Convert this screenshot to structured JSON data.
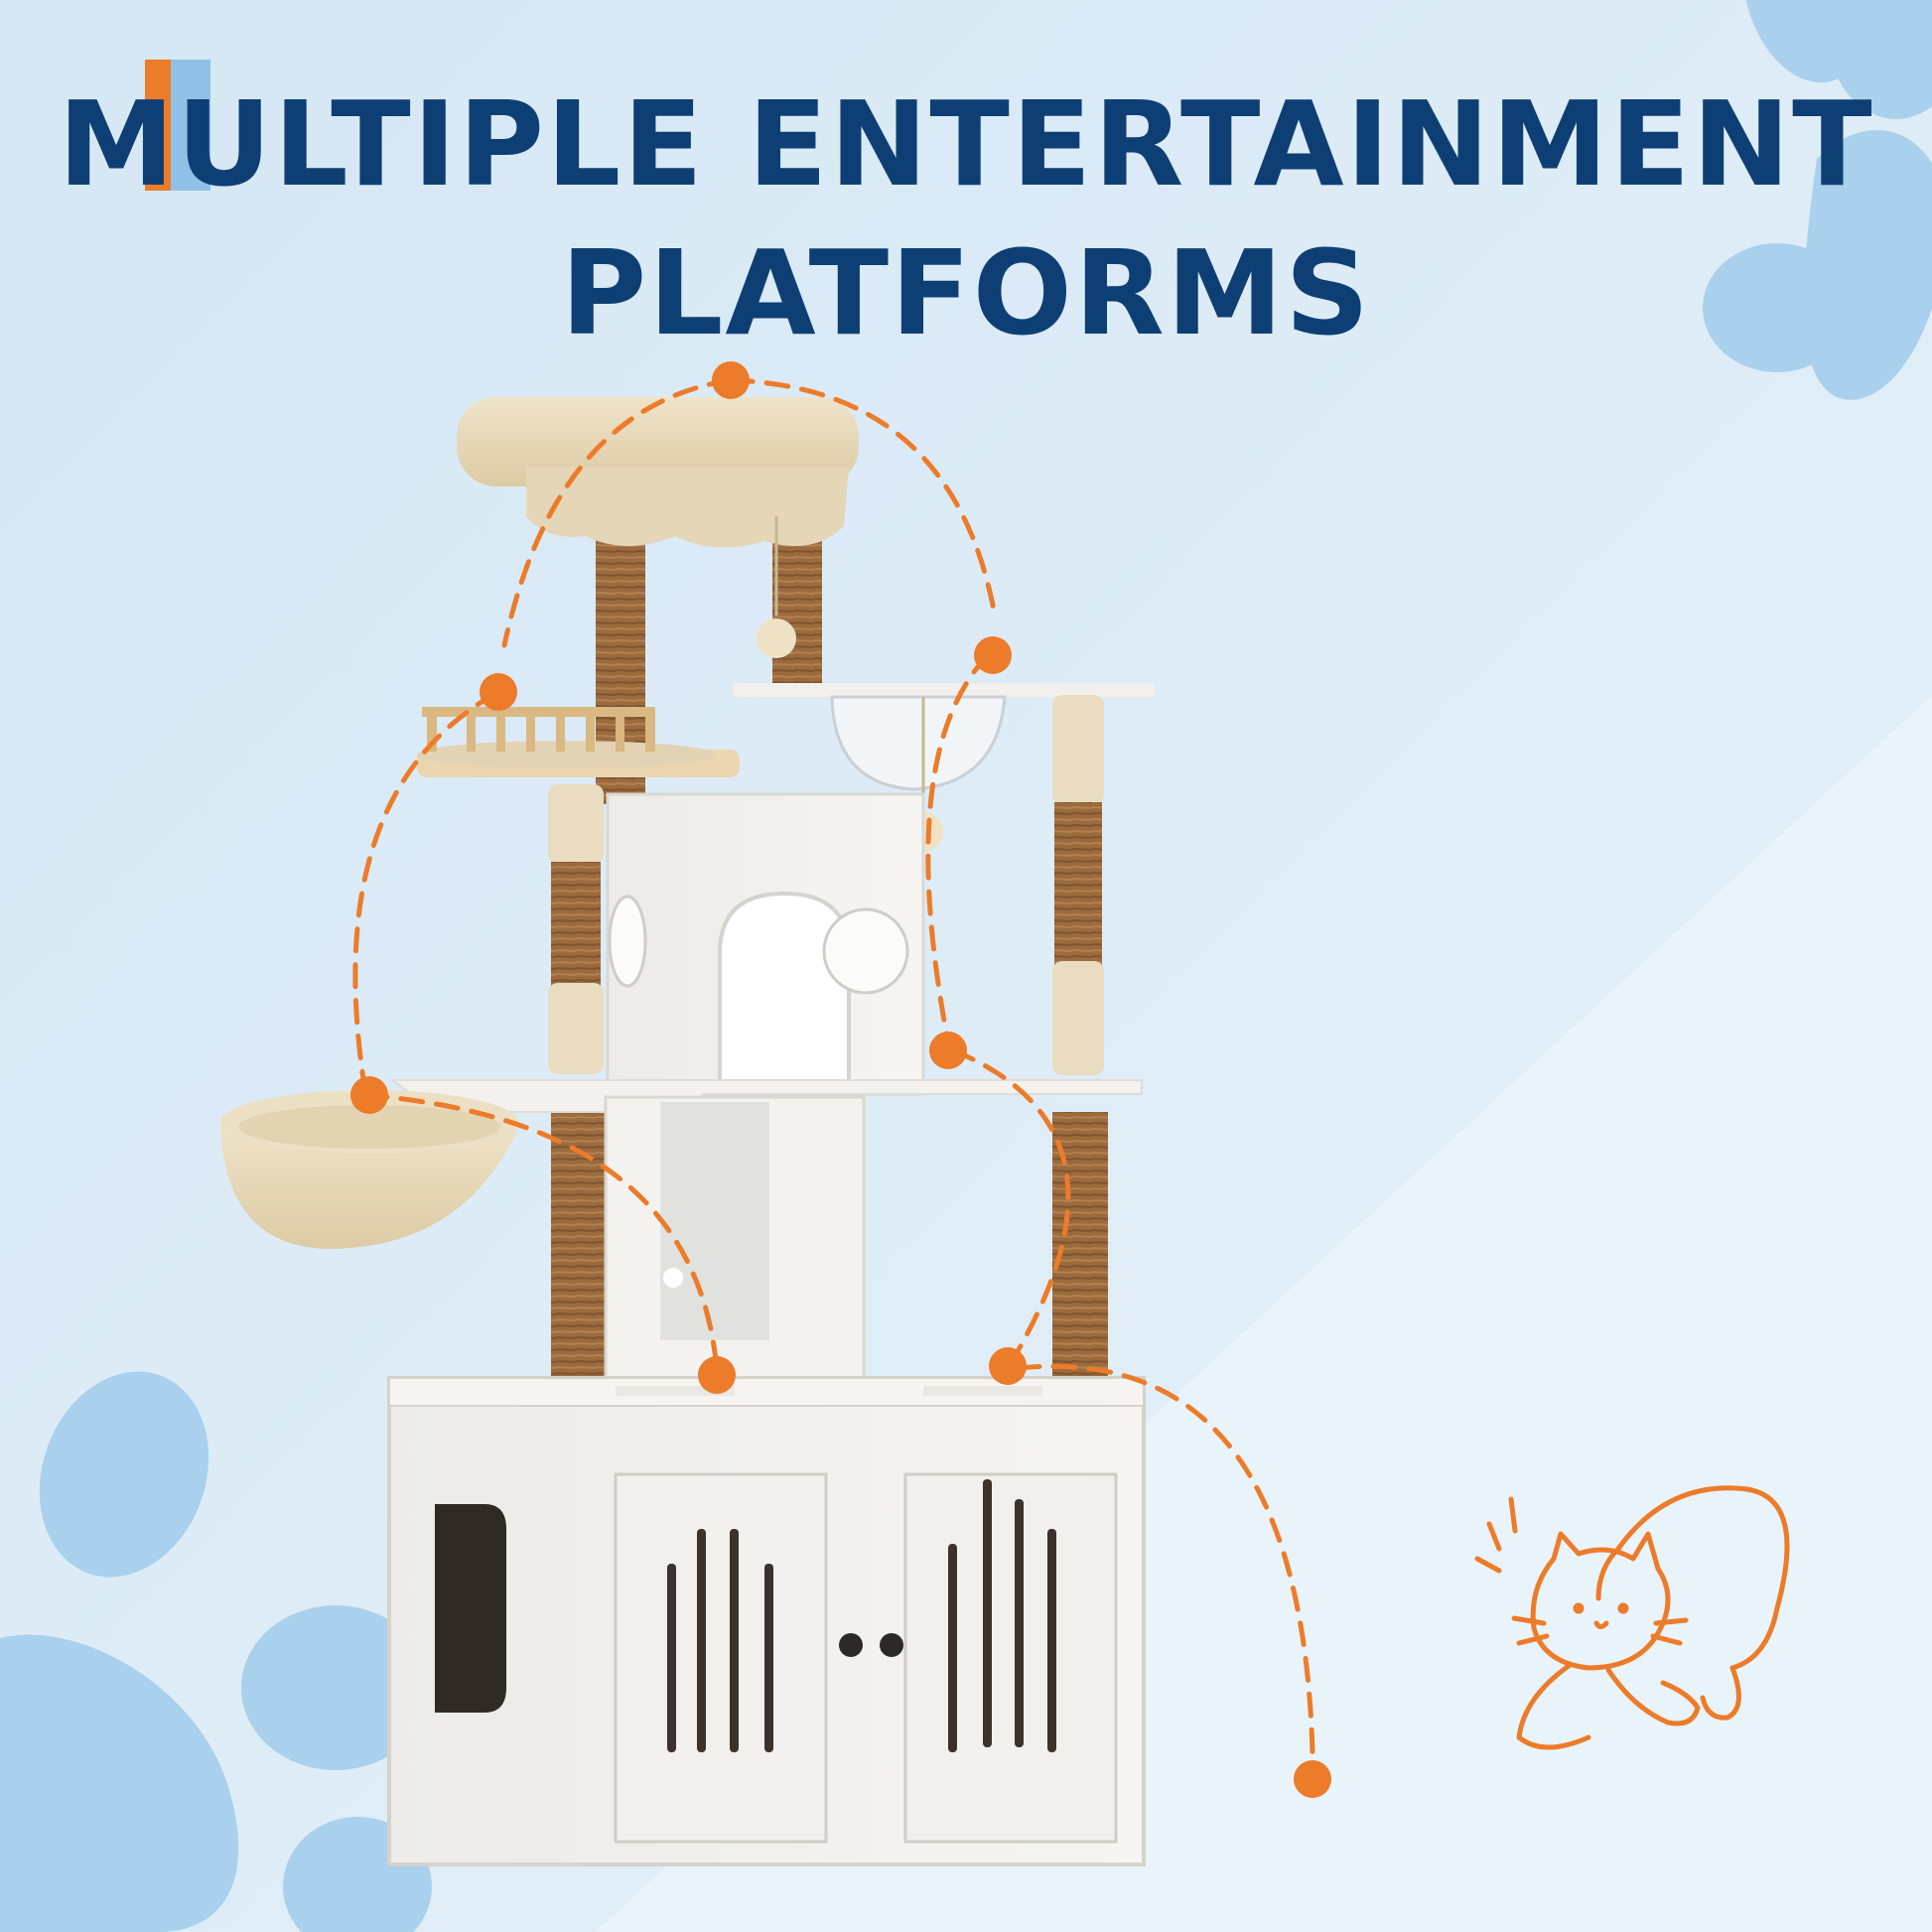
{
  "heading": {
    "line1": "MULTIPLE ENTERTAINMENT",
    "line2": "PLATFORMS"
  },
  "colors": {
    "title": "#0e3f74",
    "accent_orange": "#ec7b2a",
    "accent_blue": "#8fc1e6",
    "background": "#dbeaf5",
    "paw": "#a9d0ec"
  },
  "icons": [
    "paw-print-icon",
    "cat-stretch-illustration"
  ]
}
